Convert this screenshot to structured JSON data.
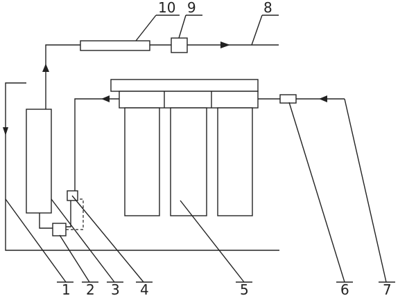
{
  "labels": {
    "l1": "1",
    "l2": "2",
    "l3": "3",
    "l4": "4",
    "l5": "5",
    "l6": "6",
    "l7": "7",
    "l8": "8",
    "l9": "9",
    "l10": "10"
  },
  "colors": {
    "stroke": "#222222",
    "background": "#ffffff"
  }
}
